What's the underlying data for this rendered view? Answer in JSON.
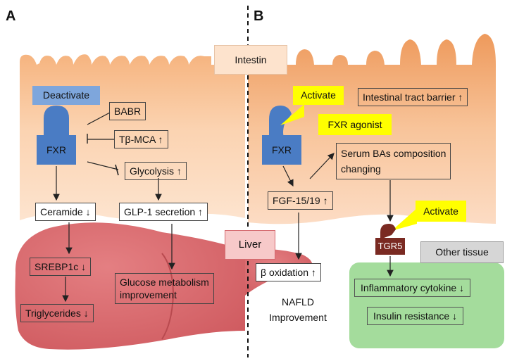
{
  "panels": {
    "a": "A",
    "b": "B"
  },
  "organs": {
    "intestine": "Intestin",
    "liver": "Liver",
    "other_tissue": "Other tissue"
  },
  "panel_a": {
    "deactivate": "Deactivate",
    "fxr": "FXR",
    "babr": "BABR",
    "tb_mca": "Tβ-MCA ↑",
    "glycolysis": "Glycolysis ↑",
    "ceramide": "Ceramide ↓",
    "glp1": "GLP-1 secretion ↑",
    "srebp1c": "SREBP1c ↓",
    "triglycerides": "Triglycerides ↓",
    "glucose_line1": "Glucose metabolism",
    "glucose_line2": "improvement"
  },
  "panel_b": {
    "activate_fxr": "Activate",
    "fxr_agonist": "FXR agonist",
    "fxr": "FXR",
    "barrier": "Intestinal tract barrier ↑",
    "serum_line1": "Serum BAs composition",
    "serum_line2": "changing",
    "fgf": "FGF-15/19 ↑",
    "beta_oxidation": "β oxidation ↑",
    "nafld_line1": "NAFLD",
    "nafld_line2": "Improvement",
    "activate_tgr5": "Activate",
    "tgr5": "TGR5",
    "inflammatory": "Inflammatory cytokine ↓",
    "insulin": "Insulin resistance ↓"
  },
  "colors": {
    "intestine_light": "#fde0c8",
    "intestine_dark": "#f0a068",
    "liver": "#d9676b",
    "liver_dark": "#c04a50",
    "fxr_blue": "#4a7cc4",
    "deactivate_blue": "#7ea6dc",
    "activate_yellow": "#ffff00",
    "tgr5_red": "#7a2a22",
    "tissue_green": "#9fd89a",
    "label_pink": "#f7c9c9",
    "gray_label": "#d4d4d4"
  }
}
